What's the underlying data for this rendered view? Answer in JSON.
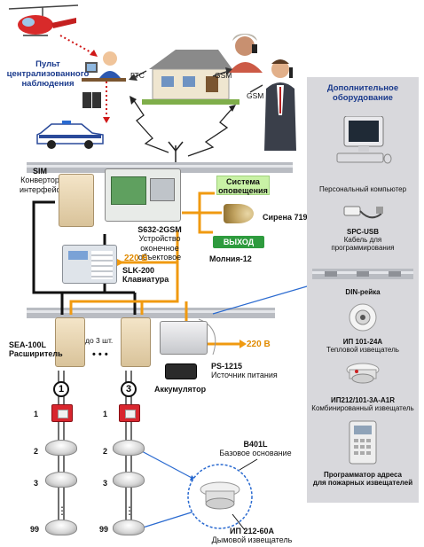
{
  "monitoring": {
    "line1": "Пульт",
    "line2": "централизованного",
    "line3": "наблюдения"
  },
  "pstn_label": "ГТС",
  "gsm_label_1": "GSM",
  "gsm_label_2": "GSM",
  "sim": {
    "line1": "SIM",
    "line2": "Конвертор",
    "line3": "интерфейса"
  },
  "controller": {
    "model": "S632-2GSM",
    "line1": "Устройство оконечное",
    "line2": "объектовое"
  },
  "warning_system": {
    "line1": "Система",
    "line2": "оповещения"
  },
  "siren": "Сирена 719",
  "exit_sign": {
    "text": "ВЫХОД",
    "label": "Молния-12"
  },
  "power_220_top": "220 В",
  "keypad": {
    "model": "SLK-200",
    "label": "Клавиатура"
  },
  "expander": {
    "model": "SEA-100L",
    "label": "Расширитель",
    "count": "до 3 шт."
  },
  "psu": {
    "model": "PS-1215",
    "label": "Источник питания",
    "power": "220 В"
  },
  "battery": "Аккумулятор",
  "loops": [
    "1",
    "3"
  ],
  "sensor_numbers": [
    "1",
    "2",
    "3",
    "99"
  ],
  "base": {
    "model": "B401L",
    "label": "Базовое основание"
  },
  "smoke": {
    "model": "ИП 212-60А",
    "label": "Дымовой извещатель"
  },
  "panel": {
    "title_line1": "Дополнительное",
    "title_line2": "оборудование",
    "items": [
      {
        "line1": "Персональный компьютер",
        "line2": "",
        "line3": ""
      },
      {
        "line1": "SPC-USB",
        "line2": "Кабель для",
        "line3": "программирования"
      },
      {
        "line1": "DIN-рейка",
        "line2": "",
        "line3": ""
      },
      {
        "line1": "ИП 101-24А",
        "line2": "Тепловой извещатель",
        "line3": ""
      },
      {
        "line1": "ИП212/101-3А-А1R",
        "line2": "Комбинированный извещатель",
        "line3": ""
      },
      {
        "line1": "Программатор адреса",
        "line2": "для пожарных извещателей",
        "line3": ""
      }
    ]
  },
  "colors": {
    "accent_blue": "#1a3a8c",
    "orange": "#e08a00",
    "green": "#2e9b3e",
    "panel_bg": "#d8d8dc"
  }
}
